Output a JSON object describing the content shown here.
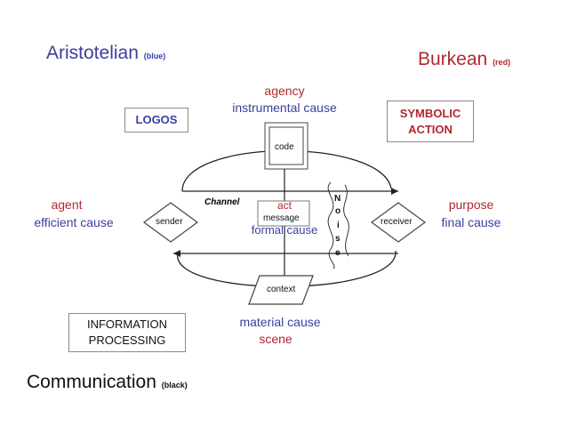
{
  "headers": {
    "aristotelian": "Aristotelian",
    "aristotelian_tag": "(blue)",
    "burkean": "Burkean",
    "burkean_tag": "(red)",
    "communication": "Communication",
    "communication_tag": "(black)"
  },
  "boxes": {
    "logos": "LOGOS",
    "symbolic_line1": "SYMBOLIC",
    "symbolic_line2": "ACTION",
    "info_line1": "INFORMATION",
    "info_line2": "PROCESSING"
  },
  "labels": {
    "agency": "agency",
    "instrumental_cause": "instrumental cause",
    "agent": "agent",
    "efficient_cause": "efficient cause",
    "purpose": "purpose",
    "final_cause": "final cause",
    "formal_cause": "formal cause",
    "material_cause": "material cause",
    "scene": "scene",
    "act": "act"
  },
  "diagram": {
    "code": "code",
    "channel": "Channel",
    "message": "message",
    "sender": "sender",
    "receiver": "receiver",
    "context": "context",
    "noise": [
      "N",
      "o",
      "i",
      "s",
      "e"
    ]
  },
  "colors": {
    "aristotelian": "#3b3fa0",
    "burkean": "#b0282f",
    "communication": "#111111"
  }
}
